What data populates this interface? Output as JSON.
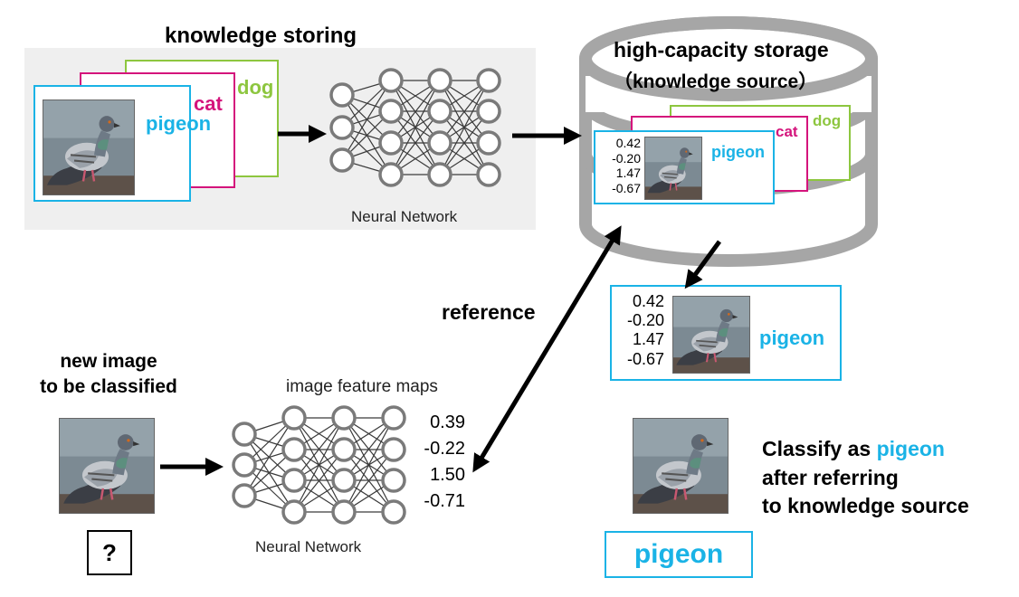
{
  "colors": {
    "pigeon": "#1ab3e6",
    "cat": "#d4147c",
    "dog": "#8dc63f",
    "panel": "#efefef",
    "storage": "#a6a6a6"
  },
  "storing": {
    "title": "knowledge storing",
    "cards": [
      "dog",
      "cat",
      "pigeon"
    ],
    "network_label": "Neural Network"
  },
  "storage": {
    "title_line1": "high-capacity storage",
    "title_line2": "（knowledge source）",
    "cards": [
      "dog",
      "cat",
      "pigeon"
    ],
    "values": [
      "0.42",
      "-0.20",
      "1.47",
      "-0.67"
    ]
  },
  "retrieved": {
    "values": [
      "0.42",
      "-0.20",
      "1.47",
      "-0.67"
    ],
    "label": "pigeon"
  },
  "reference_label": "reference",
  "query": {
    "title_line1": "new image",
    "title_line2": "to be classified",
    "unknown": "?",
    "feature_label": "image feature maps",
    "values": [
      "0.39",
      "-0.22",
      "1.50",
      "-0.71"
    ],
    "network_label": "Neural Network"
  },
  "result": {
    "line1_prefix": "Classify as ",
    "line1_label": "pigeon",
    "line2": "after referring",
    "line3": "to knowledge source",
    "label": "pigeon"
  },
  "icons": [
    "pigeon-photo-icon",
    "neural-network-icon",
    "storage-cylinder-icon",
    "arrow-icon"
  ]
}
